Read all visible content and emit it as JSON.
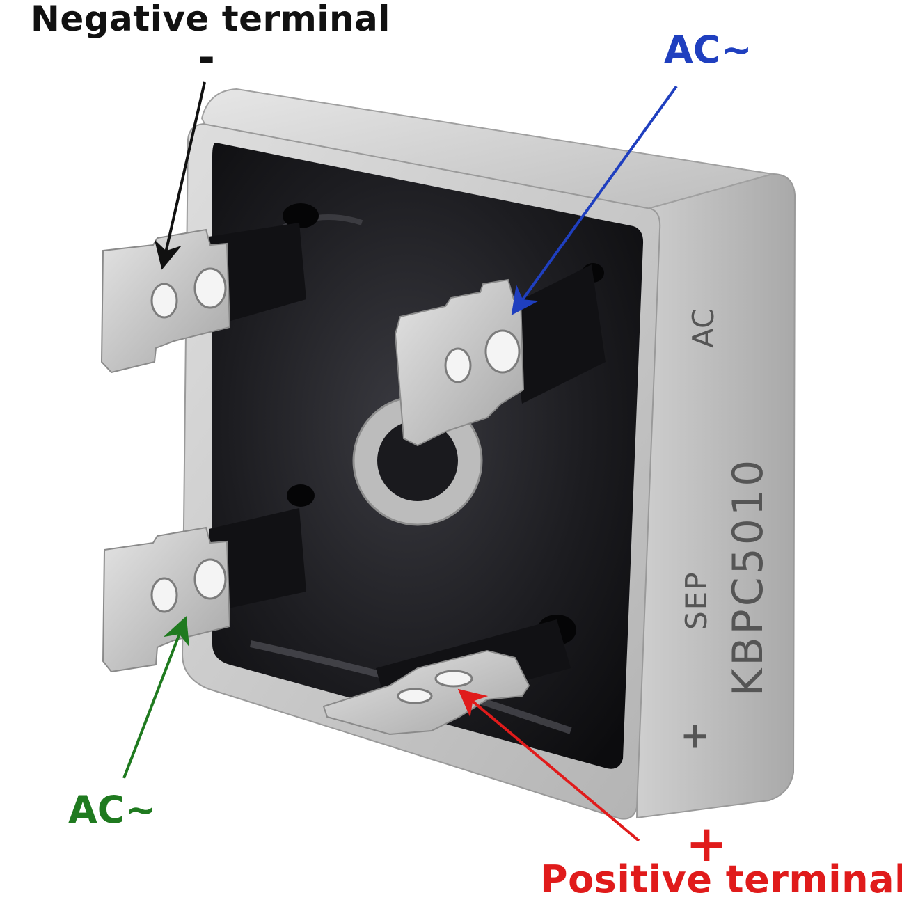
{
  "labels": {
    "negative_terminal": "Negative terminal",
    "negative_sign": "-",
    "ac_top": "AC~",
    "ac_bottom": "AC~",
    "positive_sign": "+",
    "positive_terminal": "Positive terminal"
  },
  "device_markings": {
    "part_number": "KBPC5010",
    "brand": "SEP",
    "ac_marking": "AC",
    "plus_marking": "+"
  },
  "colors": {
    "negative": "#111111",
    "ac_top": "#1f3fbf",
    "ac_bottom": "#1f7a1f",
    "positive": "#e01b1b",
    "housing": "#c9c9c9",
    "epoxy": "#16161a"
  }
}
